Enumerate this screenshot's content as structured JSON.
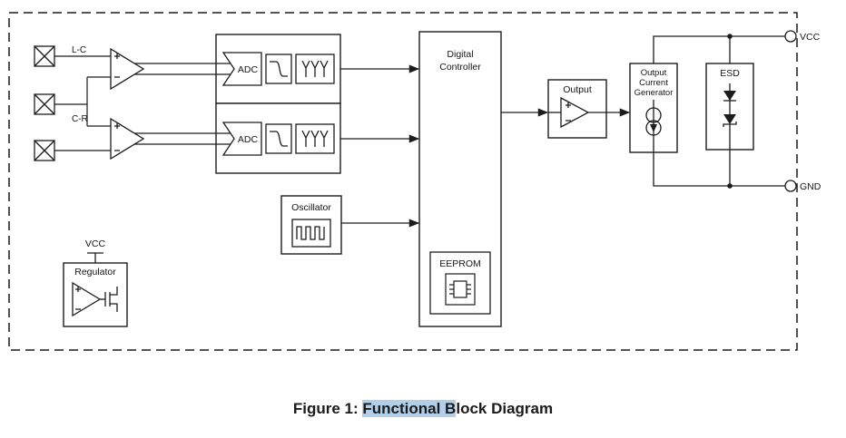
{
  "figure": {
    "label_lc": "L-C",
    "label_cr": "C-R",
    "adc1": "ADC",
    "adc2": "ADC",
    "oscillator": "Oscillator",
    "dc_line1": "Digital",
    "dc_line2": "Controller",
    "eeprom": "EEPROM",
    "output": "Output",
    "ocg1": "Output",
    "ocg2": "Current",
    "ocg3": "Generator",
    "esd": "ESD",
    "vcc": "VCC",
    "gnd": "GND",
    "regulator": "Regulator",
    "regulator_vcc": "VCC"
  },
  "caption": {
    "prefix": "Figure 1: ",
    "highlight": "Functional B",
    "rest": "lock Diagram"
  },
  "colors": {
    "line": "#1c1c1c",
    "selection_highlight": "#b1cfe9"
  }
}
